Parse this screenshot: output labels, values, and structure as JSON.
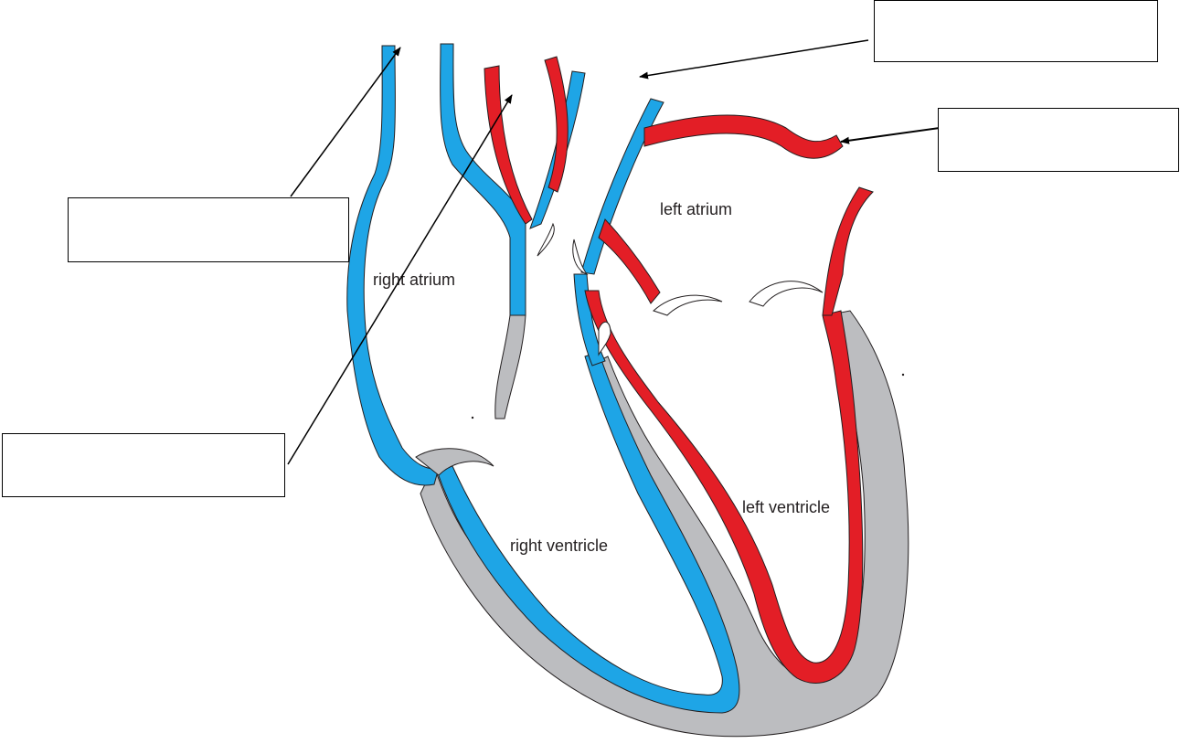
{
  "chamber_labels": {
    "left_atrium": "left atrium",
    "right_atrium": "right atrium",
    "right_ventricle": "right ventricle",
    "left_ventricle": "left ventricle"
  },
  "answer_boxes": {
    "top_right": "",
    "right": "",
    "left_upper": "",
    "left_lower": ""
  },
  "colors": {
    "deoxygenated_blood": "#1ea5e6",
    "oxygenated_blood": "#e31e26",
    "heart_muscle": "#bcbdc0",
    "outline": "#231f20"
  }
}
